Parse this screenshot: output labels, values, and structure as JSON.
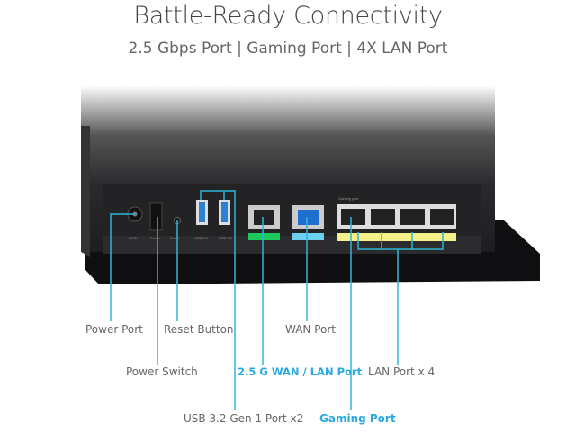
{
  "header": {
    "title": "Battle-Ready Connectivity",
    "subtitle": "2.5 Gbps Port | Gaming Port | 4X LAN Port"
  },
  "panel_labels": {
    "dcin": "DCIN",
    "power": "Power",
    "reset": "Reset",
    "usb1": "USB 3.0",
    "usb2": "USB 3.0",
    "gaming": "Gaming port"
  },
  "callouts": {
    "power_port": "Power Port",
    "reset_button": "Reset Button",
    "wan_port": "WAN Port",
    "power_switch": "Power Switch",
    "wan_lan_25g": "2.5 G WAN / LAN Port",
    "lan_port": "LAN Port x 4",
    "usb_port": "USB 3.2 Gen 1 Port x2",
    "gaming_port": "Gaming Port"
  },
  "colors": {
    "leader": "#2bb8d8",
    "highlight": "#29a9e0",
    "green_strip": "#1ec85a",
    "blue_strip": "#6ccff0",
    "yellow_strip": "#f4f08a"
  }
}
